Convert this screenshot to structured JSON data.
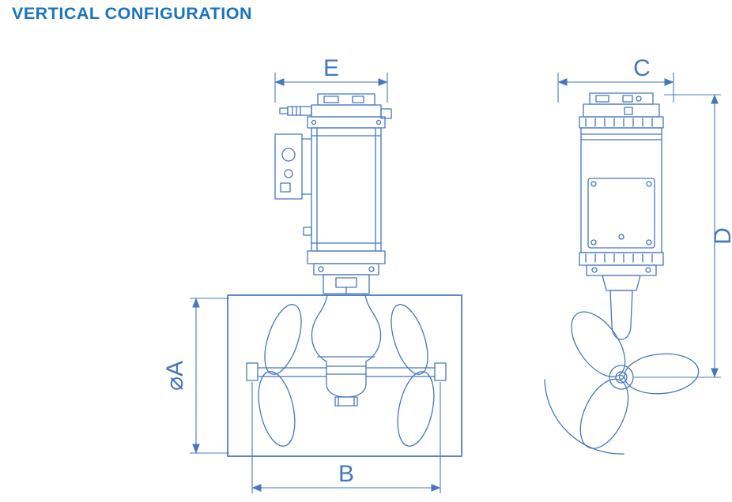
{
  "title": "VERTICAL CONFIGURATION",
  "colors": {
    "title": "#1b75bc",
    "line": "#4677bd",
    "background": "#ffffff"
  },
  "drawing": {
    "dimension_labels": {
      "e": "E",
      "c": "C",
      "a": "⌀A",
      "b": "B",
      "d": "D"
    }
  }
}
